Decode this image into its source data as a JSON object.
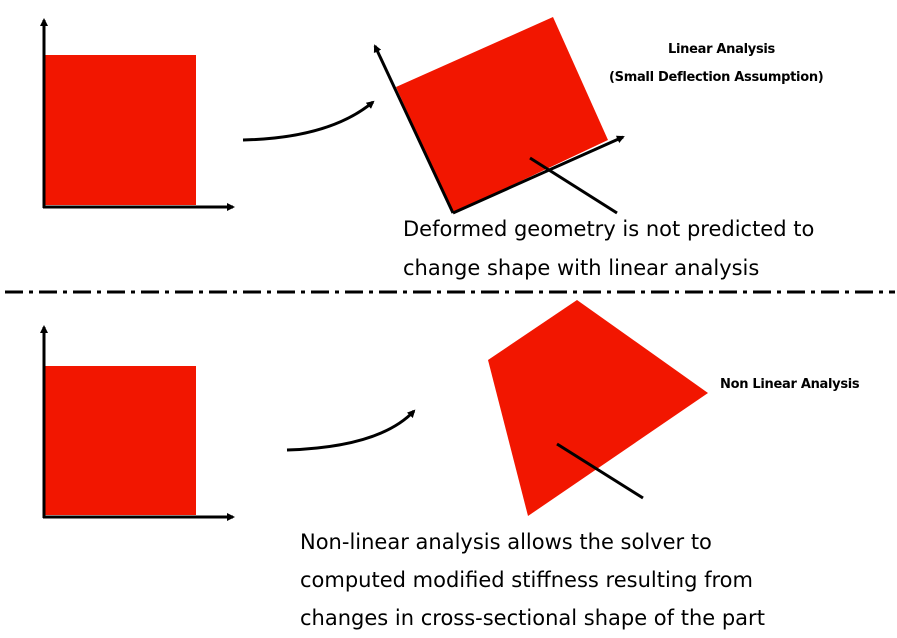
{
  "colors": {
    "shape": "#f21600",
    "ink": "#000000"
  },
  "top_panel": {
    "title": "Linear Analysis",
    "subtitle": "(Small Deflection Assumption)",
    "caption_lines": [
      "Deformed geometry is not predicted to",
      "change shape with linear analysis"
    ]
  },
  "bottom_panel": {
    "title": "Non Linear Analysis",
    "caption_lines": [
      "Non-linear analysis allows the solver to",
      "computed modified stiffness resulting from",
      "changes in cross-sectional  shape of the part"
    ]
  }
}
